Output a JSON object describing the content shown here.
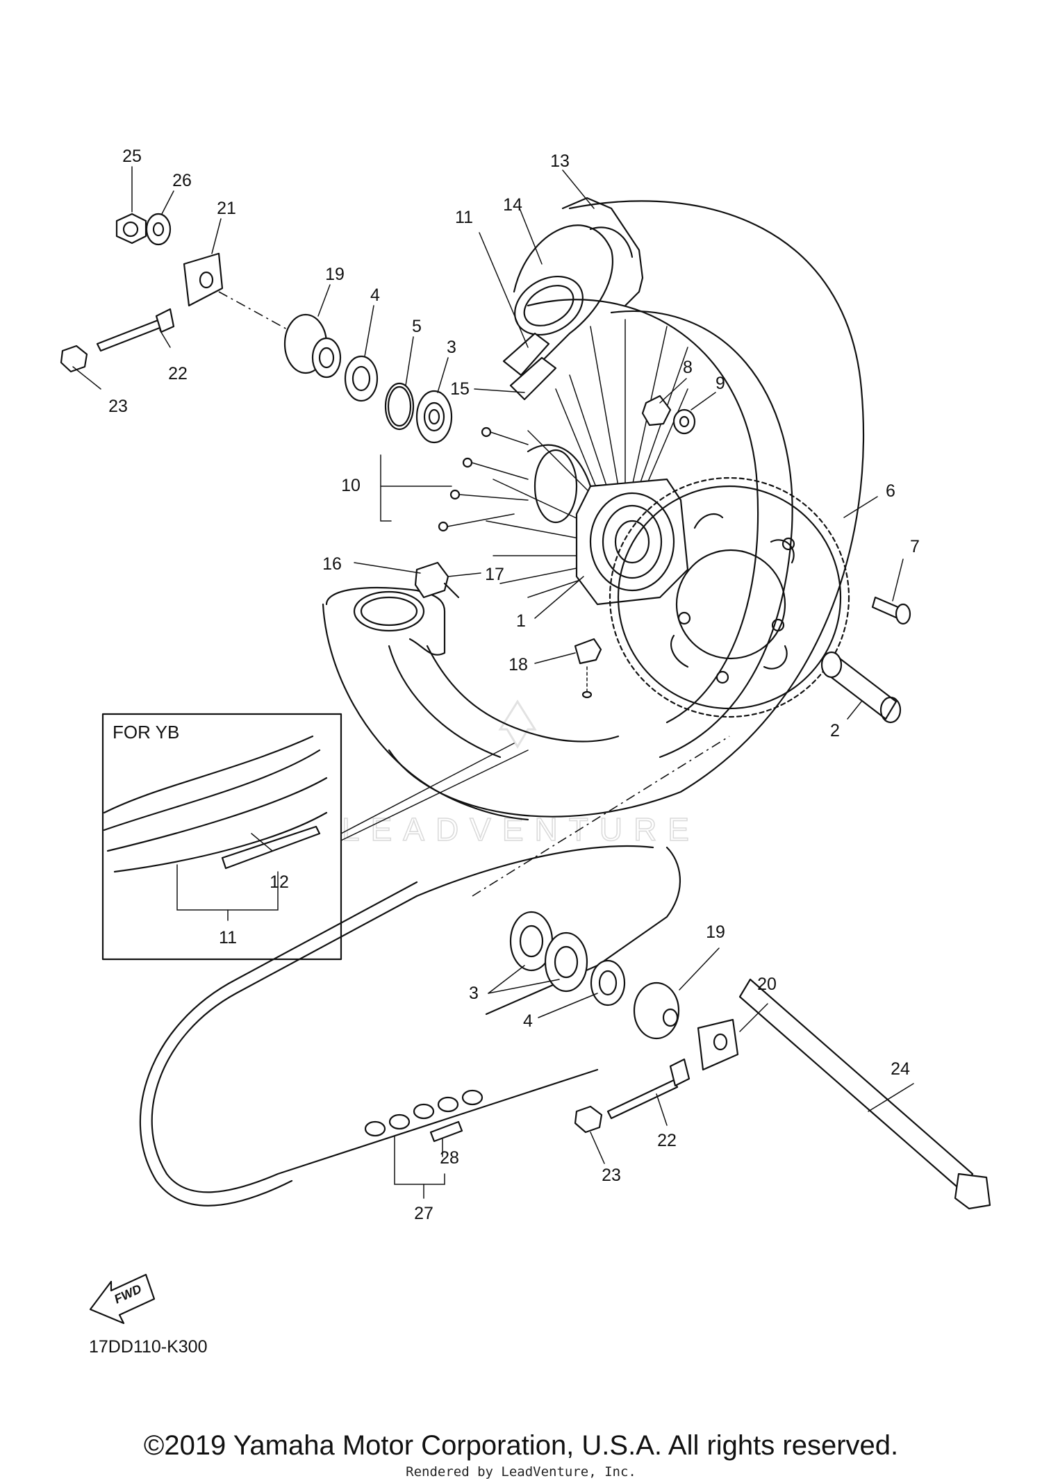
{
  "inset": {
    "title": "FOR YB"
  },
  "reference_code": "17DD110-K300",
  "fwd_label": "FWD",
  "watermark": "LEADVENTURE",
  "copyright": "©2019 Yamaha Motor Corporation, U.S.A. All rights reserved.",
  "rendered_by": "Rendered by LeadVenture, Inc.",
  "callouts": {
    "c25": "25",
    "c26": "26",
    "c21": "21",
    "c19a": "19",
    "c4a": "4",
    "c5": "5",
    "c3a": "3",
    "c22a": "22",
    "c23a": "23",
    "c13": "13",
    "c14": "14",
    "c11a": "11",
    "c15": "15",
    "c8": "8",
    "c9": "9",
    "c10": "10",
    "c6": "6",
    "c7": "7",
    "c16": "16",
    "c17": "17",
    "c1": "1",
    "c18": "18",
    "c2": "2",
    "c12": "12",
    "c11b": "11",
    "c19b": "19",
    "c20": "20",
    "c3b": "3",
    "c4b": "4",
    "c24": "24",
    "c22b": "22",
    "c23b": "23",
    "c28": "28",
    "c27": "27"
  }
}
